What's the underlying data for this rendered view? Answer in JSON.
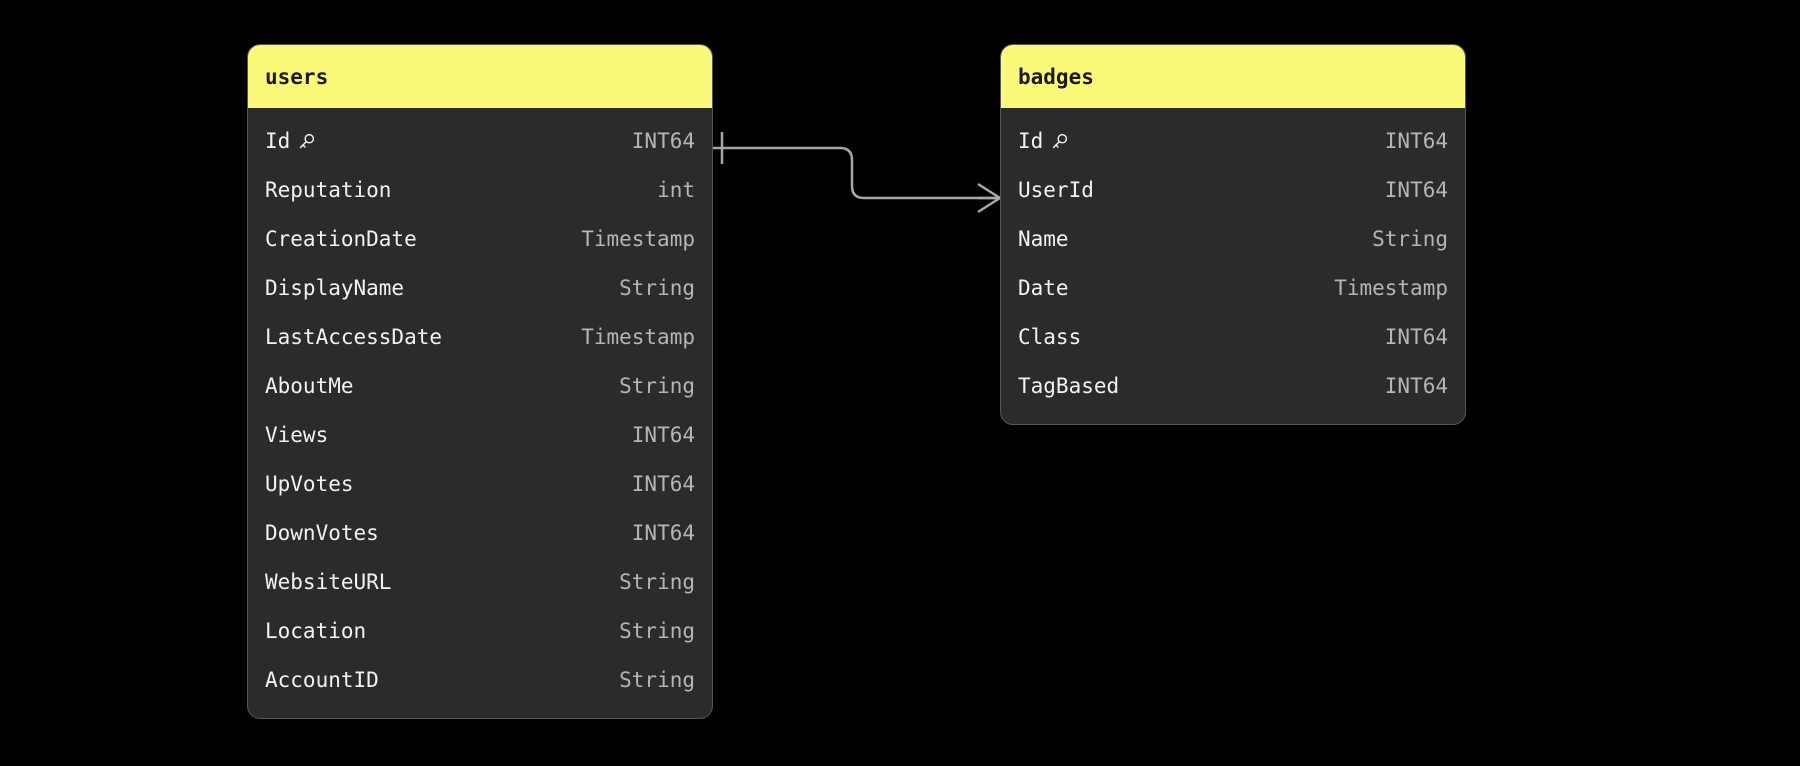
{
  "diagram": {
    "type": "entity-relationship-diagram",
    "background_color": "#000000",
    "header_color": "#fafa78",
    "body_color": "#2b2b2b",
    "border_color": "#565656",
    "field_name_color": "#f2f2f2",
    "field_type_color": "#b2b6ba",
    "connector_color": "#a8a8a8"
  },
  "tables": [
    {
      "id": "users",
      "name": "users",
      "fields": [
        {
          "name": "Id",
          "type": "INT64",
          "key": true,
          "key_icon": "key-icon"
        },
        {
          "name": "Reputation",
          "type": "int",
          "key": false
        },
        {
          "name": "CreationDate",
          "type": "Timestamp",
          "key": false
        },
        {
          "name": "DisplayName",
          "type": "String",
          "key": false
        },
        {
          "name": "LastAccessDate",
          "type": "Timestamp",
          "key": false
        },
        {
          "name": "AboutMe",
          "type": "String",
          "key": false
        },
        {
          "name": "Views",
          "type": "INT64",
          "key": false
        },
        {
          "name": "UpVotes",
          "type": "INT64",
          "key": false
        },
        {
          "name": "DownVotes",
          "type": "INT64",
          "key": false
        },
        {
          "name": "WebsiteURL",
          "type": "String",
          "key": false
        },
        {
          "name": "Location",
          "type": "String",
          "key": false
        },
        {
          "name": "AccountID",
          "type": "String",
          "key": false
        }
      ]
    },
    {
      "id": "badges",
      "name": "badges",
      "fields": [
        {
          "name": "Id",
          "type": "INT64",
          "key": true,
          "key_icon": "key-icon"
        },
        {
          "name": "UserId",
          "type": "INT64",
          "key": false
        },
        {
          "name": "Name",
          "type": "String",
          "key": false
        },
        {
          "name": "Date",
          "type": "Timestamp",
          "key": false
        },
        {
          "name": "Class",
          "type": "INT64",
          "key": false
        },
        {
          "name": "TagBased",
          "type": "INT64",
          "key": false
        }
      ]
    }
  ],
  "relationships": [
    {
      "from_table": "users",
      "from_field": "Id",
      "to_table": "badges",
      "to_field": "UserId",
      "from_cardinality": "one",
      "to_cardinality": "many"
    }
  ]
}
